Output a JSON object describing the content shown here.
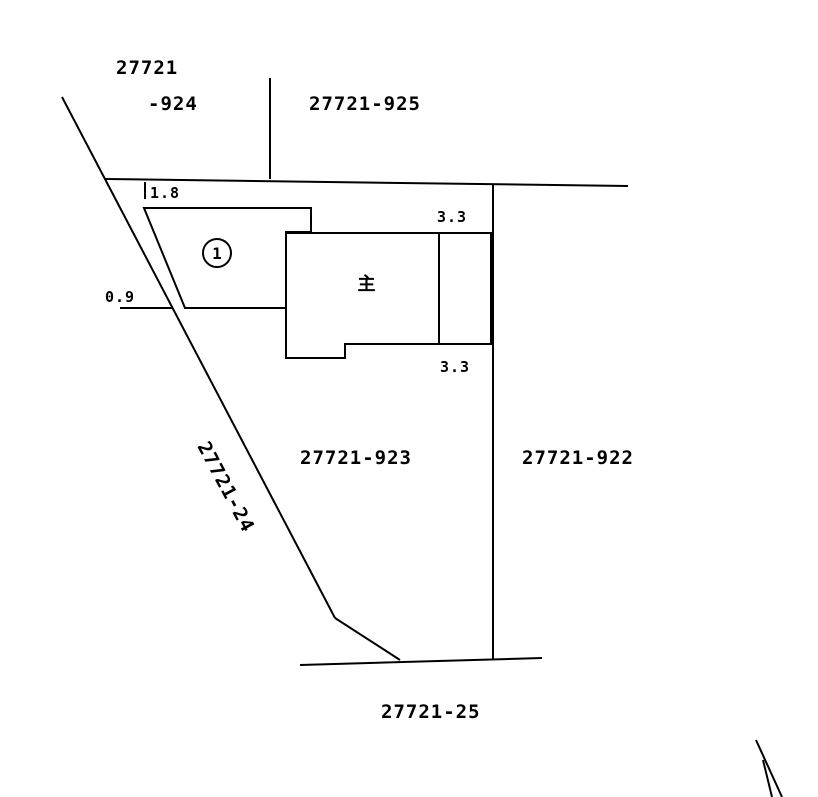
{
  "parcels": {
    "p924_line1": "27721",
    "p924_line2": "-924",
    "p925": "27721-925",
    "p923": "27721-923",
    "p922": "27721-922",
    "p24": "27721-24",
    "p25": "27721-25"
  },
  "dimensions": {
    "top_offset": "1.8",
    "left_offset": "0.9",
    "right_top": "3.3",
    "right_bottom": "3.3"
  },
  "buildings": {
    "annex_label": "①",
    "main_label": "主"
  }
}
